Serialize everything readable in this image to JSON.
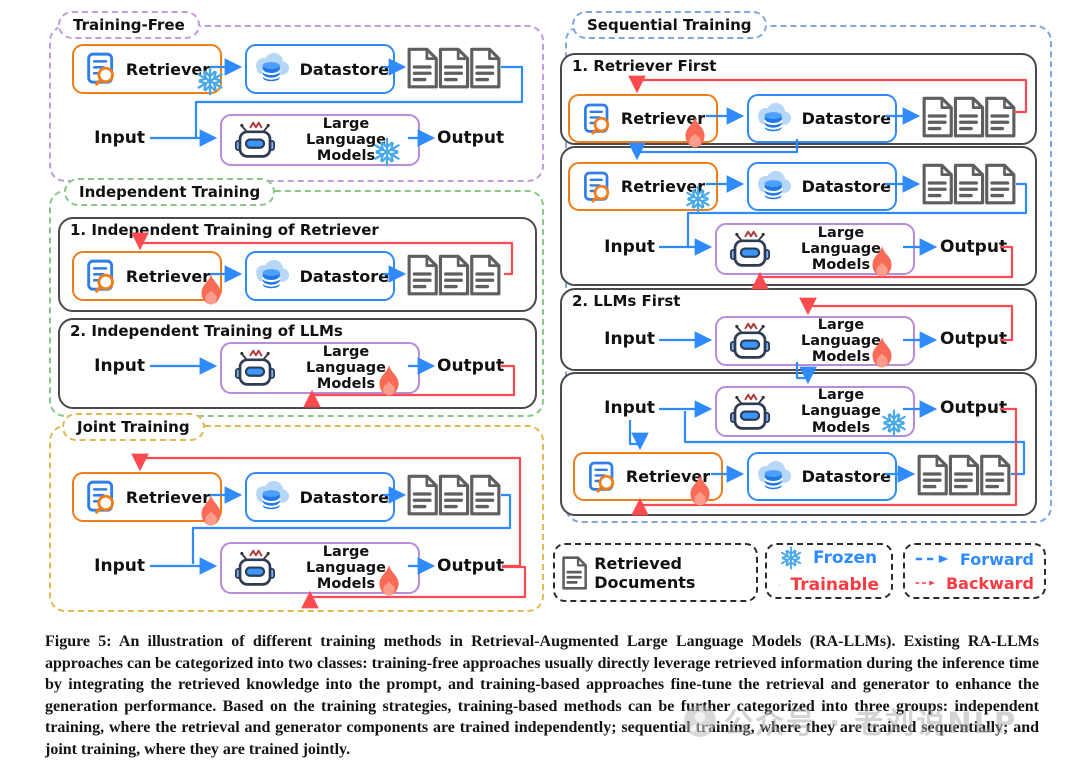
{
  "figure": {
    "panels": {
      "training_free": {
        "title": "Training-Free"
      },
      "independent": {
        "title": "Independent Training",
        "sub1_label": "1. Independent Training of Retriever",
        "sub2_label": "2. Independent Training of LLMs"
      },
      "joint": {
        "title": "Joint Training"
      },
      "sequential": {
        "title": "Sequential Training",
        "sub1_label": "1. Retriever First",
        "sub2_label": "2. LLMs First"
      }
    },
    "labels": {
      "retriever": "Retriever",
      "datastore": "Datastore",
      "llm": "Large Language Models",
      "input": "Input",
      "output": "Output"
    },
    "legend": {
      "retrieved_documents": "Retrieved Documents",
      "frozen": "Frozen",
      "trainable": "Trainable",
      "forward": "Forward",
      "backward": "Backward"
    },
    "icons": {
      "retriever": "document-search-icon",
      "datastore": "cloud-database-icon",
      "llm": "robot-icon",
      "documents": "document-stack-icon",
      "frozen": "snowflake-icon",
      "trainable": "flame-icon",
      "forward": "blue-dashed-arrow-icon",
      "backward": "red-dashed-arrow-icon"
    },
    "colors": {
      "forward_blue": "#2f8bfc",
      "backward_red": "#fb4b50",
      "retriever_border": "#f07d1a",
      "datastore_border": "#2f8bfc",
      "llm_border": "#b78cd9",
      "training_free_border": "#bf9bdf",
      "independent_border": "#88c788",
      "joint_border": "#e2b852",
      "sequential_border": "#7ea6e0",
      "frozen_blue": "#49a8e8",
      "trainable_red": "#f96a57",
      "document_gray": "#5f5f5f"
    },
    "caption": "Figure 5: An illustration of different training methods in Retrieval-Augmented Large Language Models (RA-LLMs). Existing RA-LLMs approaches can be categorized into two classes: training-free approaches usually directly leverage retrieved information during the inference time by integrating the retrieved knowledge into the prompt, and training-based approaches fine-tune the retrieval and generator to enhance the generation performance. Based on the training strategies, training-based methods can be further categorized into three groups: independent training, where the retrieval and generator components are trained independently; sequential training, where they are trained sequentially; and joint training, where they are trained jointly.",
    "watermark": "公众号 · 老刘说NLP"
  }
}
